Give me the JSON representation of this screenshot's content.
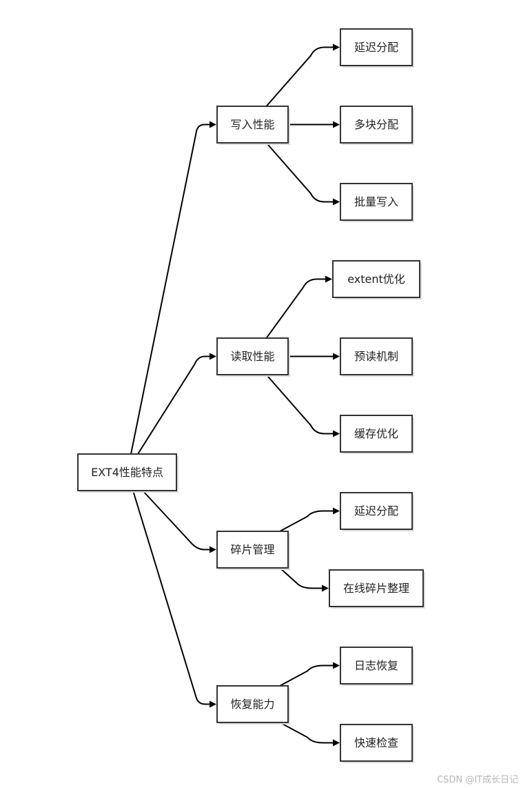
{
  "diagram": {
    "root": "EXT4性能特点",
    "branches": [
      {
        "label": "写入性能",
        "children": [
          "延迟分配",
          "多块分配",
          "批量写入"
        ]
      },
      {
        "label": "读取性能",
        "children": [
          "extent优化",
          "预读机制",
          "缓存优化"
        ]
      },
      {
        "label": "碎片管理",
        "children": [
          "延迟分配",
          "在线碎片整理"
        ]
      },
      {
        "label": "恢复能力",
        "children": [
          "日志恢复",
          "快速检查"
        ]
      }
    ]
  },
  "watermark": "CSDN @IT成长日记"
}
